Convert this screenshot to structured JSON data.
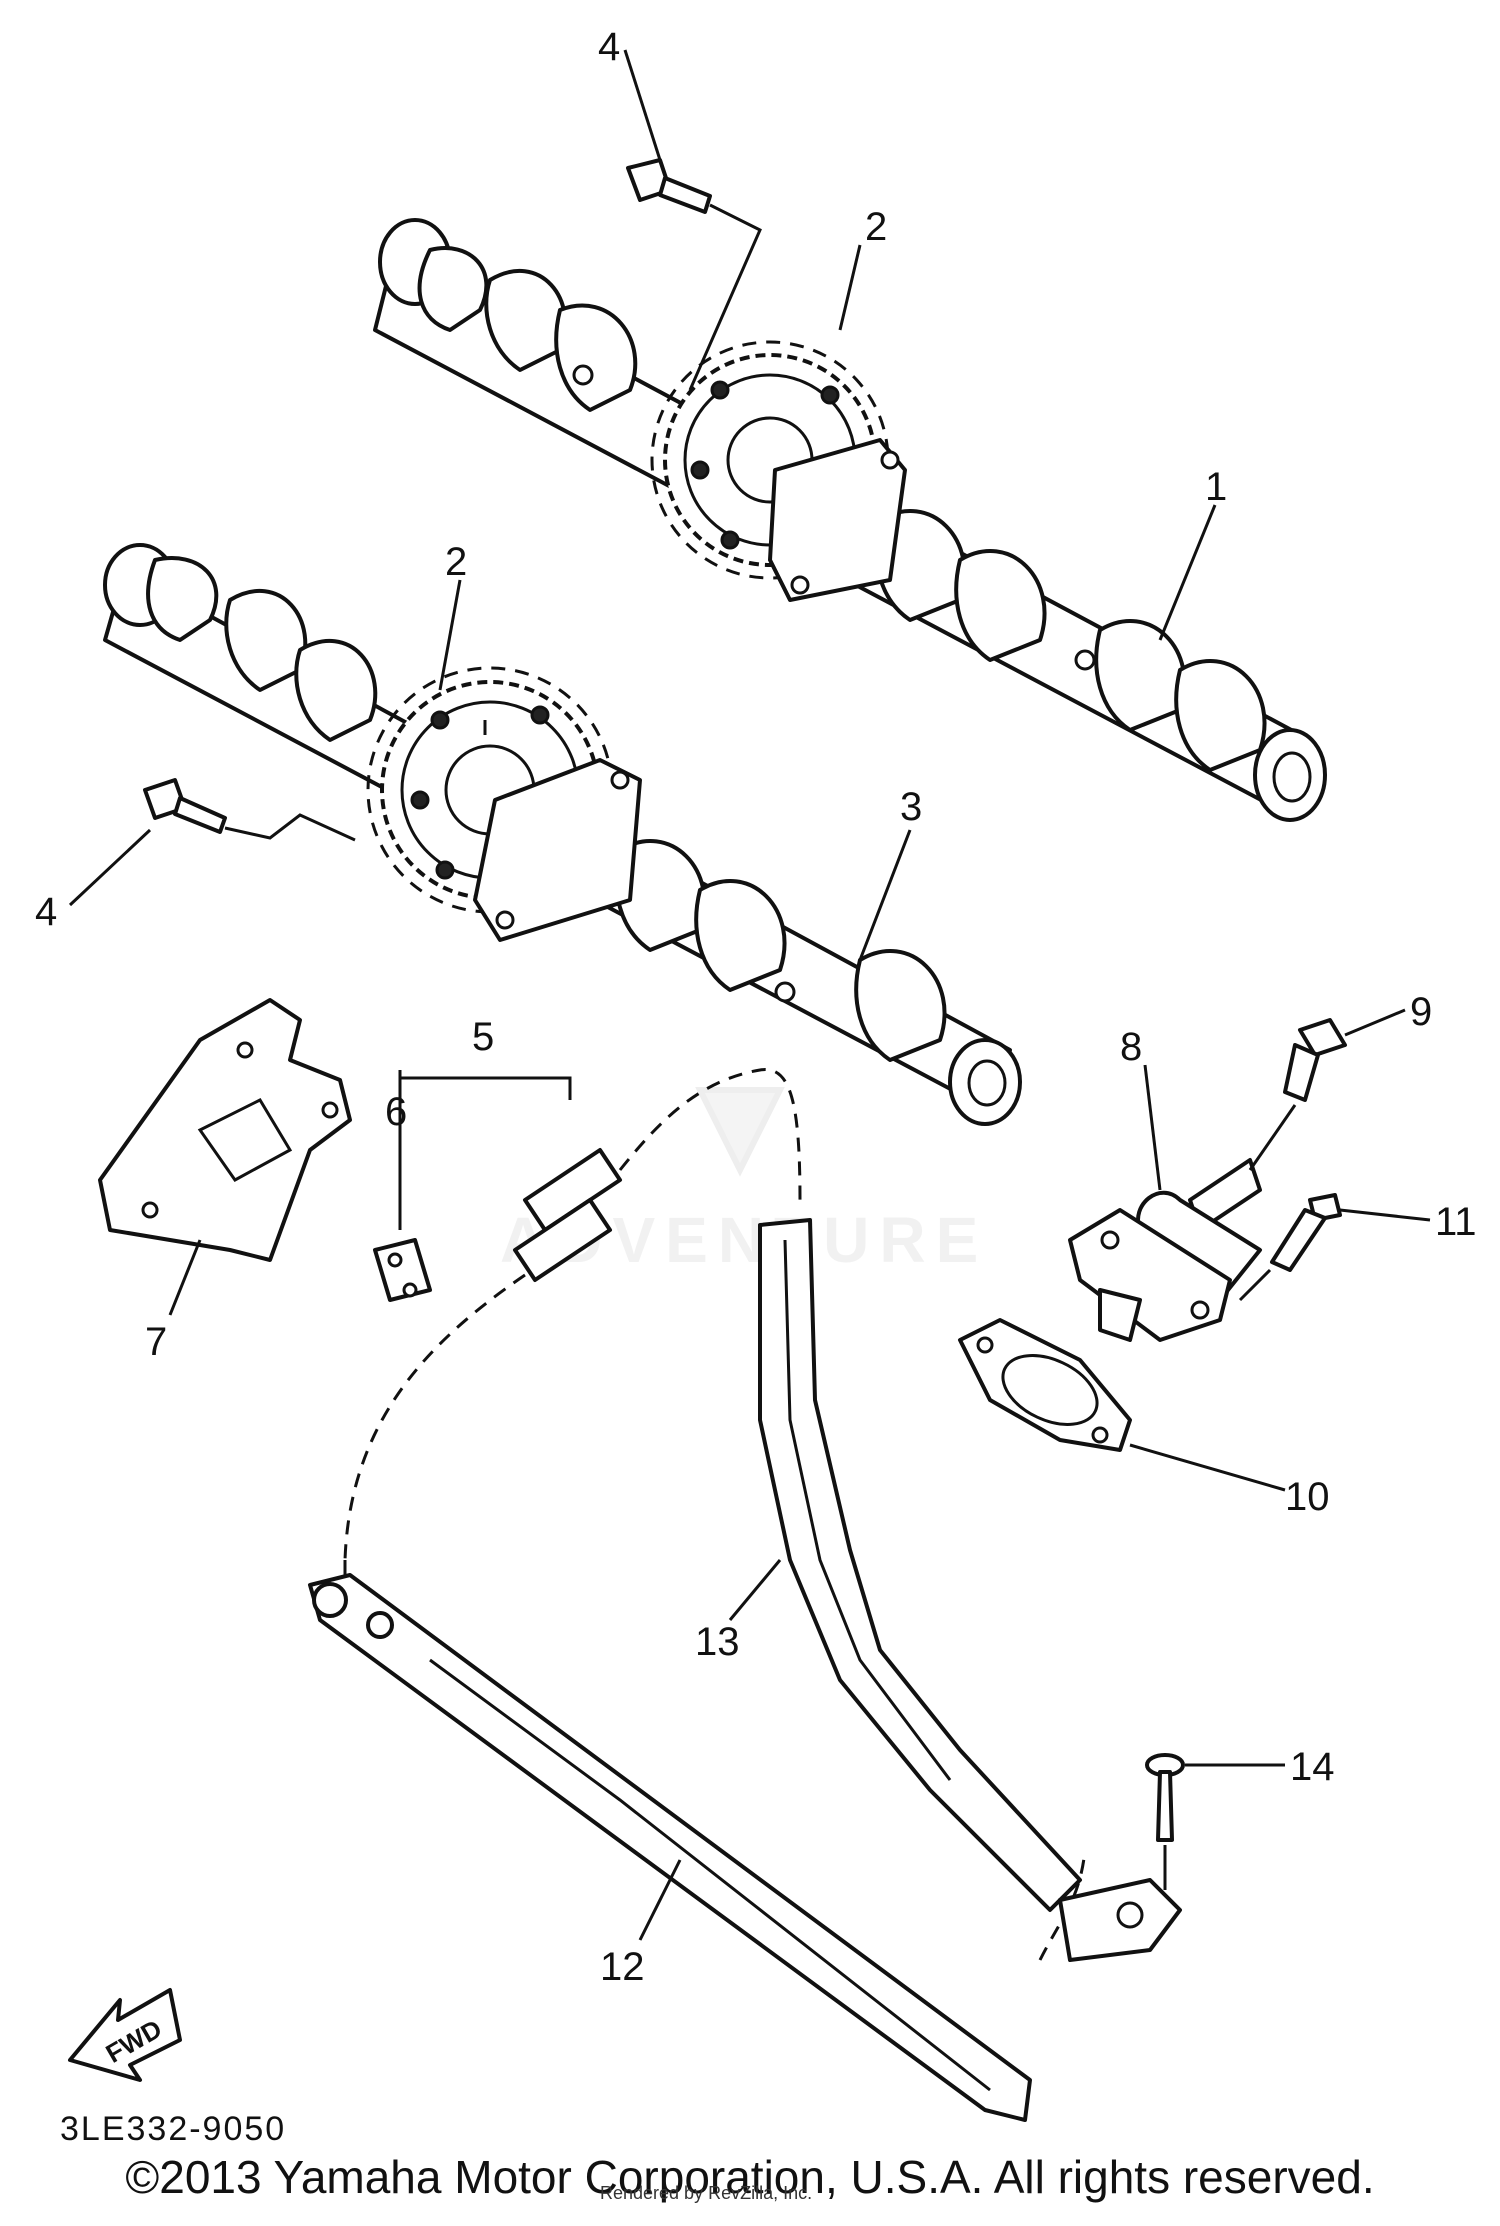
{
  "callouts": {
    "camshaft_exhaust": "1",
    "sprocket_upper": "2",
    "sprocket_lower": "2",
    "camshaft_intake": "3",
    "bolt_upper": "4",
    "bolt_lower": "4",
    "chain_assy": "5",
    "chain_joint": "6",
    "chain_guide_top": "7",
    "tensioner": "8",
    "tensioner_bolt_a": "9",
    "gasket": "10",
    "tensioner_bolt_b": "11",
    "guide_exhaust": "12",
    "guide_intake": "13",
    "screw": "14"
  },
  "direction_label": "FWD",
  "drawing_code": "3LE332-9050",
  "watermark_text": "ADVENTURE",
  "copyright": "©2013 Yamaha Motor Corporation, U.S.A. All rights reserved.",
  "fine_print": "Rendered by RevZilla, Inc."
}
